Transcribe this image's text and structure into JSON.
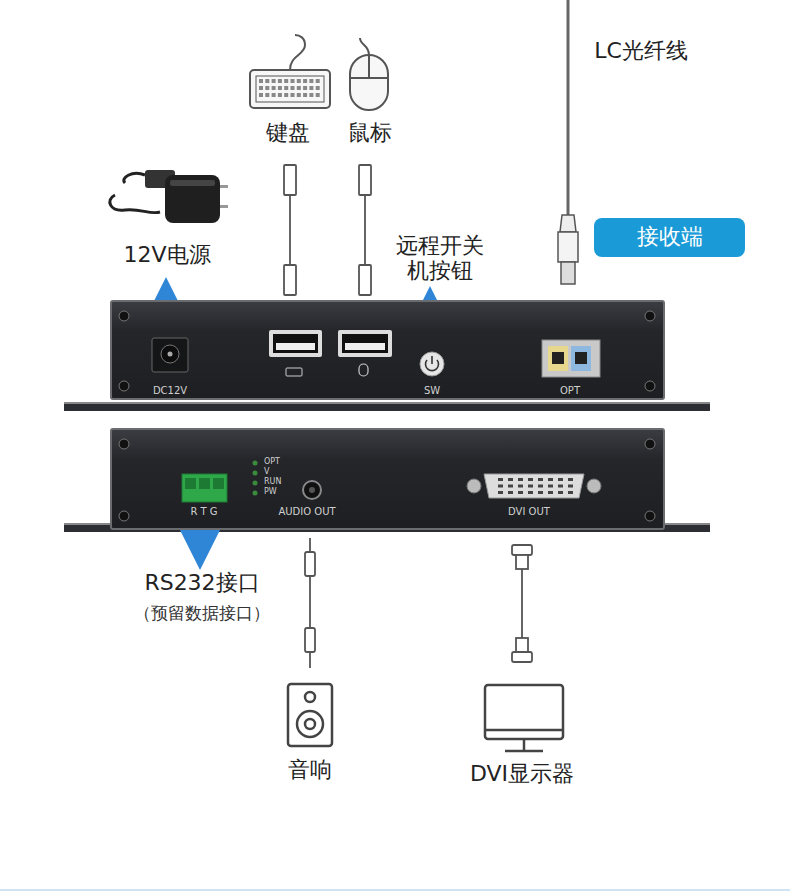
{
  "diagram": {
    "nodes": [
      {
        "text": [
          "接收端"
        ]
      },
      {
        "text": [
          "DC12V",
          "SW",
          "OPT"
        ]
      },
      {
        "text": [
          "OPT",
          "V",
          "RUN",
          "PW",
          "R T G",
          "AUDIO OUT",
          "DVI OUT"
        ]
      }
    ],
    "labels": [
      "LC光纤线",
      "键盘",
      "鼠标",
      "12V电源",
      "远程开关 机按钮",
      "RS232接口",
      "（预留数据接口）",
      "音响",
      "DVI显示器"
    ]
  }
}
